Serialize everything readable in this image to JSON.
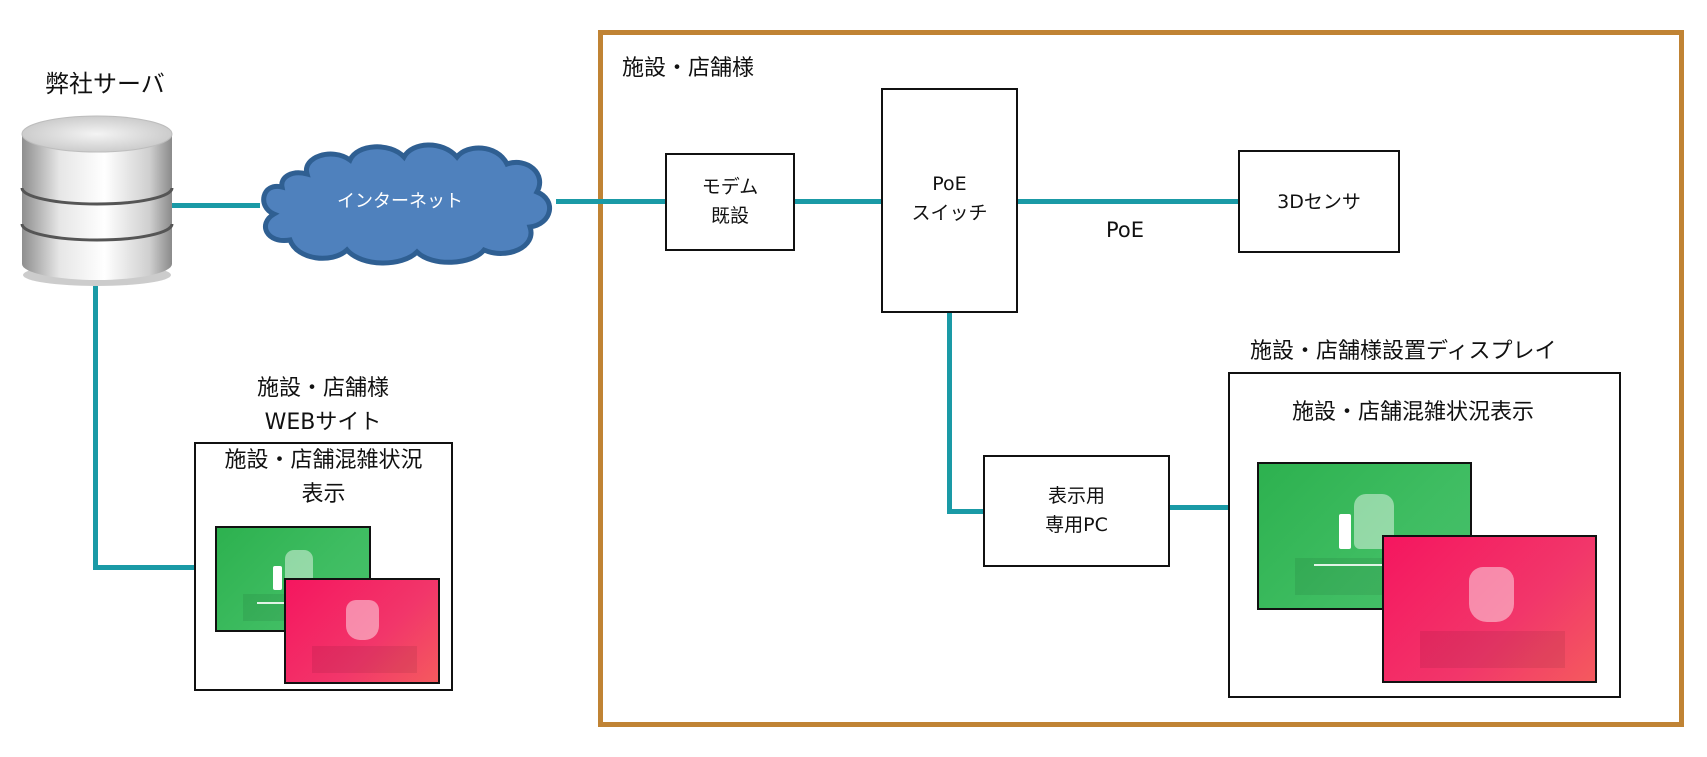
{
  "server": {
    "label": "弊社サーバ",
    "icon": "database-server-icon"
  },
  "internet": {
    "label": "インターネット",
    "icon": "cloud-icon",
    "fill": "#4f81bd",
    "stroke": "#2f5f92"
  },
  "facility": {
    "title": "施設・店舗様",
    "frame_color": "#c08334",
    "modem": {
      "line1": "モデム",
      "line2": "既設"
    },
    "poe_switch": {
      "line1": "PoE",
      "line2": "スイッチ"
    },
    "poe_link_label": "PoE",
    "sensor": {
      "label": "3Dセンサ"
    },
    "pc": {
      "line1": "表示用",
      "line2": "専用PC"
    },
    "display": {
      "caption": "施設・店舗様設置ディスプレイ",
      "title": "施設・店舗混雑状況表示"
    }
  },
  "website": {
    "caption_line1": "施設・店舗様",
    "caption_line2": "WEBサイト",
    "title_line1": "施設・店舗混雑状況",
    "title_line2": "表示"
  },
  "screens": {
    "ok_icon": "thumbs-up-icon",
    "stop_icon": "raised-hand-icon",
    "ok_color": "#3dba5f",
    "stop_color": "#f3245f"
  },
  "wire_color": "#1a9aa6"
}
